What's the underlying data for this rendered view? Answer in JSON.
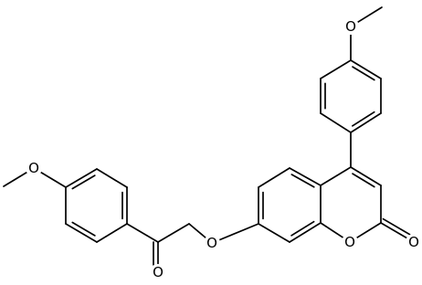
{
  "molecule": {
    "atoms": [
      {
        "id": "o_top_methoxy",
        "symbol": "O"
      },
      {
        "id": "o_left_methoxy",
        "symbol": "O"
      },
      {
        "id": "o_ether",
        "symbol": "O"
      },
      {
        "id": "o_ring",
        "symbol": "O"
      },
      {
        "id": "o_lactone_carbonyl",
        "symbol": "O"
      },
      {
        "id": "o_ketone",
        "symbol": "O"
      }
    ]
  },
  "colors": {
    "bond": "#000000",
    "background": "#ffffff"
  }
}
